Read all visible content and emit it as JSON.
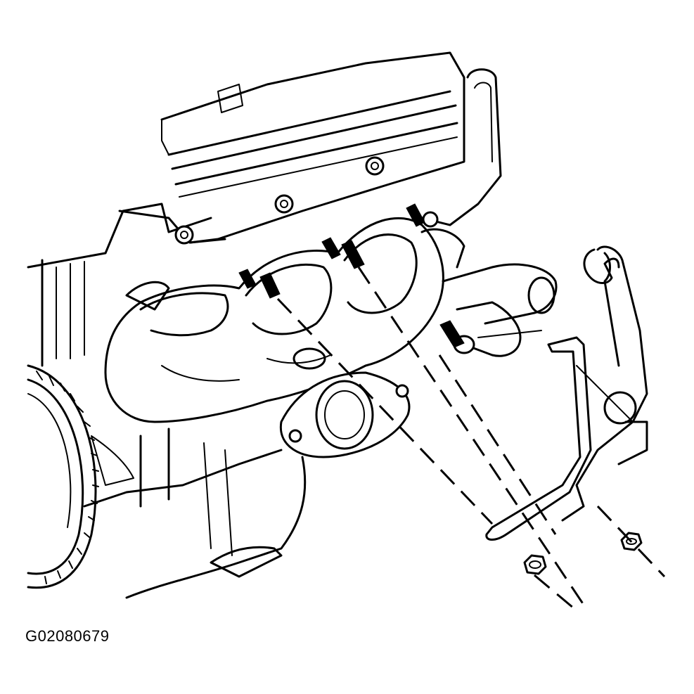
{
  "figure": {
    "id_label": "G02080679",
    "description_icons": [
      "engine-block",
      "exhaust-manifold",
      "heat-shield-bracket",
      "flywheel",
      "bolts",
      "nuts"
    ]
  },
  "colors": {
    "line": "#000000",
    "background": "#ffffff"
  }
}
